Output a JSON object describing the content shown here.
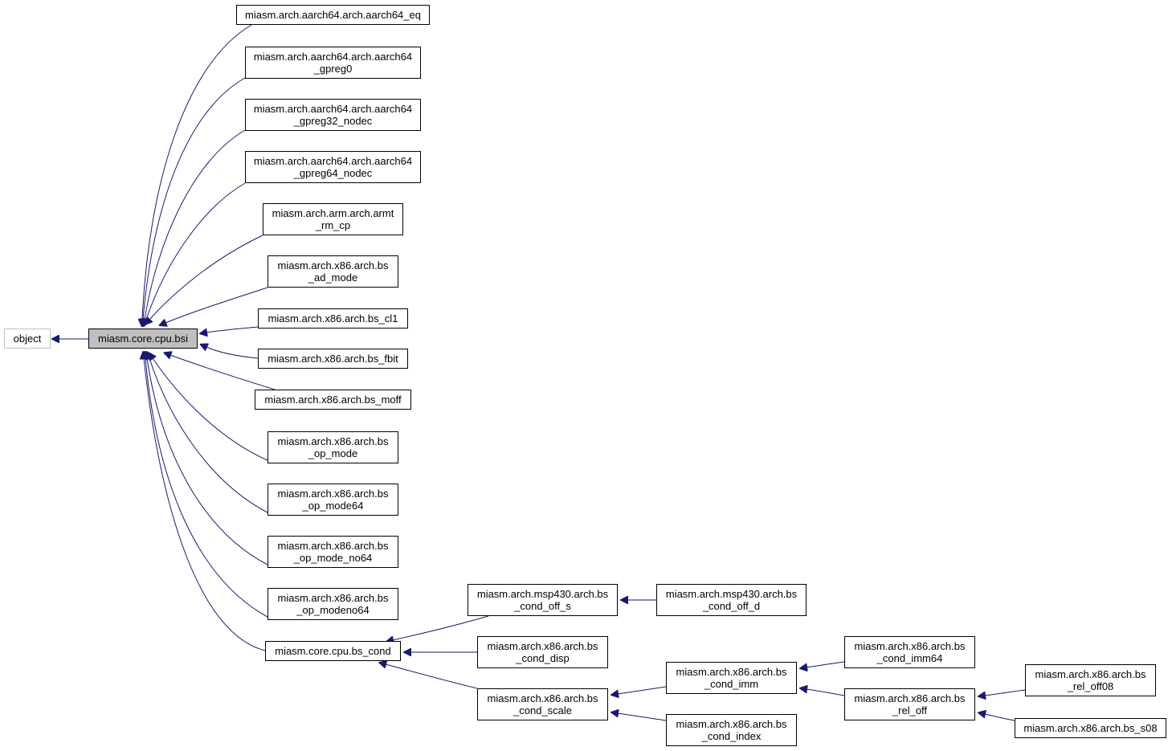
{
  "colors": {
    "edge": "#191970",
    "node_border": "#000000",
    "root_border": "#bfbfbf",
    "current_fill": "#bfbfbf"
  },
  "nodes": [
    {
      "id": "object",
      "lines": [
        "object"
      ],
      "kind": "root"
    },
    {
      "id": "bsi",
      "lines": [
        "miasm.core.cpu.bsi"
      ],
      "kind": "current"
    },
    {
      "id": "aarch64_eq",
      "lines": [
        "miasm.arch.aarch64.arch.aarch64_eq"
      ]
    },
    {
      "id": "aarch64_gpreg0",
      "lines": [
        "miasm.arch.aarch64.arch.aarch64",
        "_gpreg0"
      ]
    },
    {
      "id": "aarch64_gpreg32_nodec",
      "lines": [
        "miasm.arch.aarch64.arch.aarch64",
        "_gpreg32_nodec"
      ]
    },
    {
      "id": "aarch64_gpreg64_nodec",
      "lines": [
        "miasm.arch.aarch64.arch.aarch64",
        "_gpreg64_nodec"
      ]
    },
    {
      "id": "armt_rm_cp",
      "lines": [
        "miasm.arch.arm.arch.armt",
        "_rm_cp"
      ]
    },
    {
      "id": "bs_ad_mode",
      "lines": [
        "miasm.arch.x86.arch.bs",
        "_ad_mode"
      ]
    },
    {
      "id": "bs_cl1",
      "lines": [
        "miasm.arch.x86.arch.bs_cl1"
      ]
    },
    {
      "id": "bs_fbit",
      "lines": [
        "miasm.arch.x86.arch.bs_fbit"
      ]
    },
    {
      "id": "bs_moff",
      "lines": [
        "miasm.arch.x86.arch.bs_moff"
      ]
    },
    {
      "id": "bs_op_mode",
      "lines": [
        "miasm.arch.x86.arch.bs",
        "_op_mode"
      ]
    },
    {
      "id": "bs_op_mode64",
      "lines": [
        "miasm.arch.x86.arch.bs",
        "_op_mode64"
      ]
    },
    {
      "id": "bs_op_mode_no64",
      "lines": [
        "miasm.arch.x86.arch.bs",
        "_op_mode_no64"
      ]
    },
    {
      "id": "bs_op_modeno64",
      "lines": [
        "miasm.arch.x86.arch.bs",
        "_op_modeno64"
      ]
    },
    {
      "id": "bs_cond",
      "lines": [
        "miasm.core.cpu.bs_cond"
      ]
    },
    {
      "id": "msp_cond_off_s",
      "lines": [
        "miasm.arch.msp430.arch.bs",
        "_cond_off_s"
      ]
    },
    {
      "id": "msp_cond_off_d",
      "lines": [
        "miasm.arch.msp430.arch.bs",
        "_cond_off_d"
      ]
    },
    {
      "id": "bs_cond_disp",
      "lines": [
        "miasm.arch.x86.arch.bs",
        "_cond_disp"
      ]
    },
    {
      "id": "bs_cond_scale",
      "lines": [
        "miasm.arch.x86.arch.bs",
        "_cond_scale"
      ]
    },
    {
      "id": "bs_cond_imm",
      "lines": [
        "miasm.arch.x86.arch.bs",
        "_cond_imm"
      ]
    },
    {
      "id": "bs_cond_index",
      "lines": [
        "miasm.arch.x86.arch.bs",
        "_cond_index"
      ]
    },
    {
      "id": "bs_cond_imm64",
      "lines": [
        "miasm.arch.x86.arch.bs",
        "_cond_imm64"
      ]
    },
    {
      "id": "bs_rel_off",
      "lines": [
        "miasm.arch.x86.arch.bs",
        "_rel_off"
      ]
    },
    {
      "id": "bs_rel_off08",
      "lines": [
        "miasm.arch.x86.arch.bs",
        "_rel_off08"
      ]
    },
    {
      "id": "bs_s08",
      "lines": [
        "miasm.arch.x86.arch.bs_s08"
      ]
    }
  ],
  "edges": [
    {
      "from": "bsi",
      "to": "object"
    },
    {
      "from": "aarch64_eq",
      "to": "bsi"
    },
    {
      "from": "aarch64_gpreg0",
      "to": "bsi"
    },
    {
      "from": "aarch64_gpreg32_nodec",
      "to": "bsi"
    },
    {
      "from": "aarch64_gpreg64_nodec",
      "to": "bsi"
    },
    {
      "from": "armt_rm_cp",
      "to": "bsi"
    },
    {
      "from": "bs_ad_mode",
      "to": "bsi"
    },
    {
      "from": "bs_cl1",
      "to": "bsi"
    },
    {
      "from": "bs_fbit",
      "to": "bsi"
    },
    {
      "from": "bs_moff",
      "to": "bsi"
    },
    {
      "from": "bs_op_mode",
      "to": "bsi"
    },
    {
      "from": "bs_op_mode64",
      "to": "bsi"
    },
    {
      "from": "bs_op_mode_no64",
      "to": "bsi"
    },
    {
      "from": "bs_op_modeno64",
      "to": "bsi"
    },
    {
      "from": "bs_cond",
      "to": "bsi"
    },
    {
      "from": "msp_cond_off_s",
      "to": "bs_cond"
    },
    {
      "from": "bs_cond_disp",
      "to": "bs_cond"
    },
    {
      "from": "bs_cond_scale",
      "to": "bs_cond"
    },
    {
      "from": "msp_cond_off_d",
      "to": "msp_cond_off_s"
    },
    {
      "from": "bs_cond_imm",
      "to": "bs_cond_scale"
    },
    {
      "from": "bs_cond_index",
      "to": "bs_cond_scale"
    },
    {
      "from": "bs_cond_imm64",
      "to": "bs_cond_imm"
    },
    {
      "from": "bs_rel_off",
      "to": "bs_cond_imm"
    },
    {
      "from": "bs_rel_off08",
      "to": "bs_rel_off"
    },
    {
      "from": "bs_s08",
      "to": "bs_rel_off"
    }
  ]
}
